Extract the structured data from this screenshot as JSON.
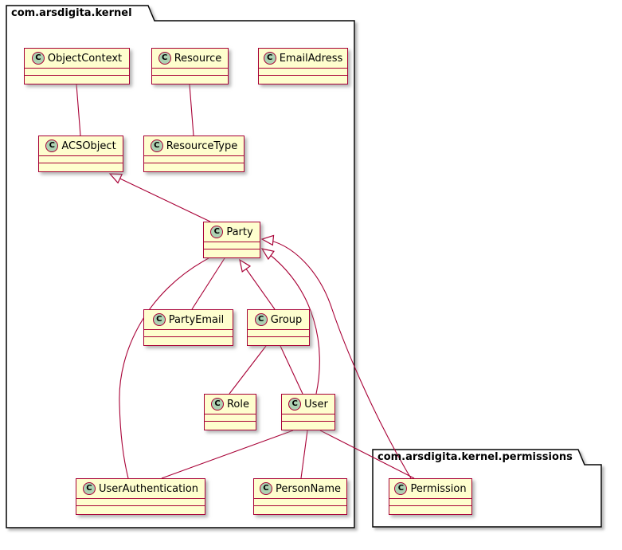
{
  "diagram": {
    "type": "uml-class-diagram",
    "spot_letter": "C",
    "colors": {
      "class_border": "#A80036",
      "class_background": "#FEFECE",
      "spot_background": "#ADD1B2",
      "edge": "#A80036",
      "package_border": "#000000",
      "background": "#FFFFFF"
    },
    "packages": [
      {
        "name": "com.arsdigita.kernel"
      },
      {
        "name": "com.arsdigita.kernel.permissions"
      }
    ],
    "classes": [
      {
        "name": "ObjectContext"
      },
      {
        "name": "Resource"
      },
      {
        "name": "EmailAdress"
      },
      {
        "name": "ACSObject"
      },
      {
        "name": "ResourceType"
      },
      {
        "name": "Party"
      },
      {
        "name": "PartyEmail"
      },
      {
        "name": "Group"
      },
      {
        "name": "Role"
      },
      {
        "name": "User"
      },
      {
        "name": "UserAuthentication"
      },
      {
        "name": "PersonName"
      },
      {
        "name": "Permission"
      }
    ],
    "relationships": [
      {
        "from": "ObjectContext",
        "to": "ACSObject",
        "type": "association"
      },
      {
        "from": "Resource",
        "to": "ResourceType",
        "type": "association"
      },
      {
        "from": "Party",
        "to": "ACSObject",
        "type": "generalization"
      },
      {
        "from": "Group",
        "to": "Party",
        "type": "generalization"
      },
      {
        "from": "User",
        "to": "Party",
        "type": "generalization"
      },
      {
        "from": "Permission",
        "to": "Party",
        "type": "generalization"
      },
      {
        "from": "PartyEmail",
        "to": "Party",
        "type": "association"
      },
      {
        "from": "Group",
        "to": "Role",
        "type": "association"
      },
      {
        "from": "Group",
        "to": "User",
        "type": "association"
      },
      {
        "from": "User",
        "to": "UserAuthentication",
        "type": "association"
      },
      {
        "from": "User",
        "to": "PersonName",
        "type": "association"
      },
      {
        "from": "Party",
        "to": "UserAuthentication",
        "type": "association"
      },
      {
        "from": "User",
        "to": "Permission",
        "type": "association"
      }
    ]
  }
}
